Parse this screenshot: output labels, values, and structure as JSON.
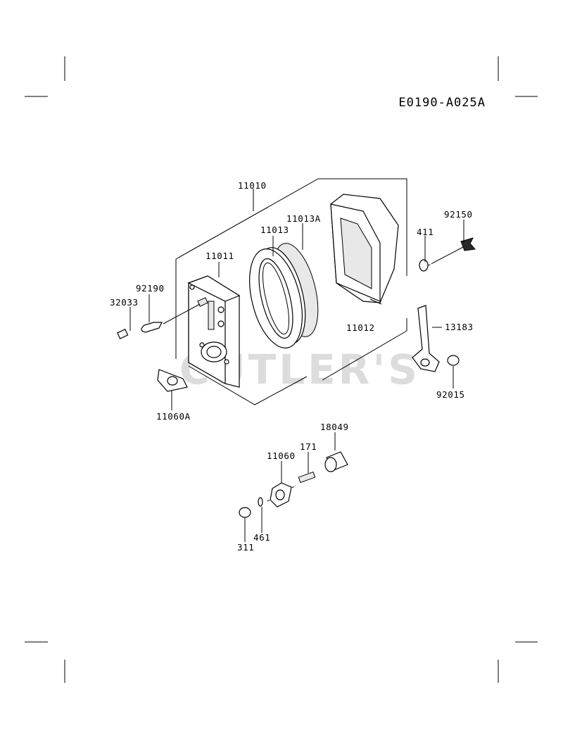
{
  "diagram_code": "E0190-A025A",
  "watermark": "CUTLER'S",
  "callouts": [
    {
      "id": "11010",
      "label": "11010"
    },
    {
      "id": "11013A",
      "label": "11013A"
    },
    {
      "id": "11013",
      "label": "11013"
    },
    {
      "id": "11011",
      "label": "11011"
    },
    {
      "id": "92150",
      "label": "92150"
    },
    {
      "id": "411",
      "label": "411"
    },
    {
      "id": "92190",
      "label": "92190"
    },
    {
      "id": "32033",
      "label": "32033"
    },
    {
      "id": "11012",
      "label": "11012"
    },
    {
      "id": "13183",
      "label": "13183"
    },
    {
      "id": "92015",
      "label": "92015"
    },
    {
      "id": "11060A",
      "label": "11060A"
    },
    {
      "id": "18049",
      "label": "18049"
    },
    {
      "id": "171",
      "label": "171"
    },
    {
      "id": "11060",
      "label": "11060"
    },
    {
      "id": "461",
      "label": "461"
    },
    {
      "id": "311",
      "label": "311"
    }
  ]
}
